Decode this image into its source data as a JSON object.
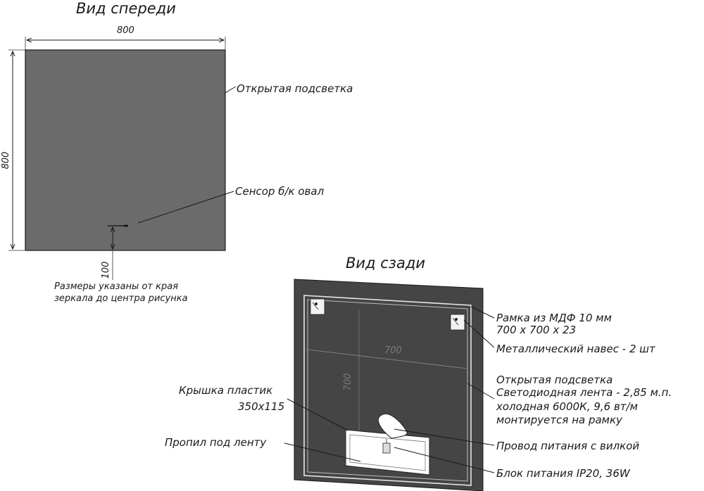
{
  "front_view": {
    "title": "Вид спереди",
    "width_dim": "800",
    "height_dim": "800",
    "sensor_offset_dim": "100",
    "label_lighting": "Открытая подсветка",
    "label_sensor": "Сенсор б/к овал",
    "note_line1": "Размеры указаны от края",
    "note_line2": "зеркала до центра рисунка"
  },
  "rear_view": {
    "title": "Вид сзади",
    "inner_width_dim": "700",
    "inner_height_dim": "700",
    "frame_line1": "Рамка из МДФ 10 мм",
    "frame_line2": "700 х 700 х 23",
    "hanger": "Металлический навес - 2 шт",
    "lighting_line1": "Открытая подсветка",
    "lighting_line2": "Светодиодная лента - 2,85 м.п.",
    "lighting_line3": "холодная 6000К, 9,6 вт/м",
    "lighting_line4": "монтируется на рамку",
    "cover_line1": "Крышка пластик",
    "cover_line2": "350х115",
    "cut": "Пропил под ленту",
    "power_cord": "Провод питания с вилкой",
    "power_unit": "Блок питания IP20, 36W"
  },
  "colors": {
    "mirror_face": "#6b6b6b",
    "rear_panel": "#454545",
    "line": "#1a1a1a"
  }
}
